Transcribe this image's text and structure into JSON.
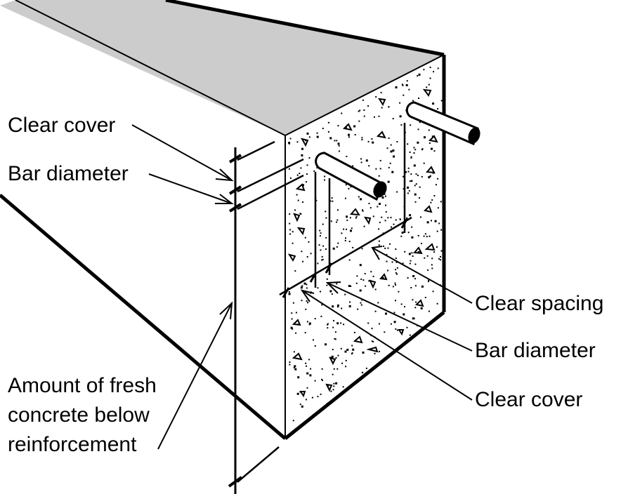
{
  "labels": {
    "clear_cover_top": "Clear cover",
    "bar_diameter_top": "Bar diameter",
    "fresh_concrete_line1": "Amount of fresh",
    "fresh_concrete_line2": "concrete below",
    "fresh_concrete_line3": "reinforcement",
    "clear_spacing": "Clear spacing",
    "bar_diameter_bottom": "Bar diameter",
    "clear_cover_bottom": "Clear cover"
  },
  "colors": {
    "top_face": "#cccccc",
    "line": "#000000",
    "background": "#ffffff"
  }
}
